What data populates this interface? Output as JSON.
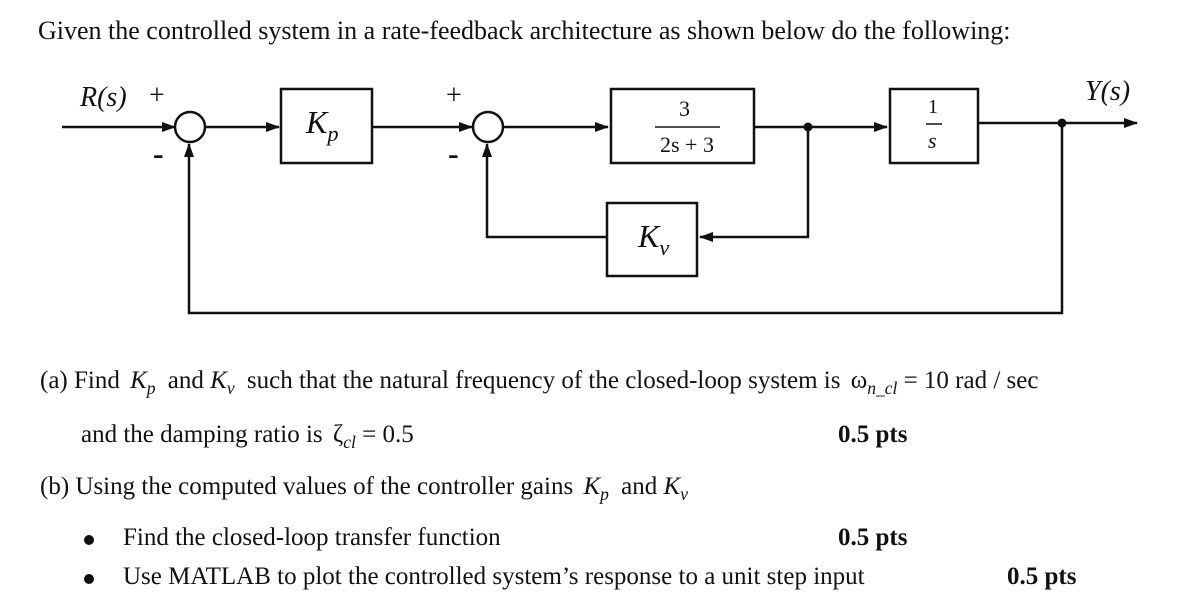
{
  "header": {
    "text": "Given the controlled system in a rate-feedback architecture as shown below do the following:"
  },
  "diagram": {
    "input_label": "R(s)",
    "output_label": "Y(s)",
    "sum1_plus": "+",
    "sum1_minus": "-",
    "sum2_plus": "+",
    "sum2_minus": "-",
    "kp_label": "K",
    "kp_sub": "p",
    "plant_num": "3",
    "plant_den": "2s + 3",
    "integ_num": "1",
    "integ_den": "s",
    "kv_label": "K",
    "kv_sub": "v"
  },
  "part_a": {
    "line1_prefix": "(a) Find",
    "line1_and": "and",
    "line1_mid": "such that the natural frequency of the closed-loop system is",
    "omega": "ω",
    "omega_sub": "n_cl",
    "omega_value": "= 10 rad / sec",
    "line2_prefix": "and the damping ratio is",
    "zeta": "ζ",
    "zeta_sub": "cl",
    "zeta_value": "= 0.5",
    "pts": "0.5 pts"
  },
  "part_b": {
    "line_prefix": "(b) Using the computed values of the controller gains",
    "line_and": "and",
    "bullets": [
      {
        "text": "Find the closed-loop transfer function",
        "pts": "0.5 pts"
      },
      {
        "text": "Use MATLAB to plot the controlled system’s response to a unit step input",
        "pts": "0.5 pts"
      }
    ]
  },
  "symbols": {
    "K": "K",
    "p": "p",
    "v": "v"
  }
}
